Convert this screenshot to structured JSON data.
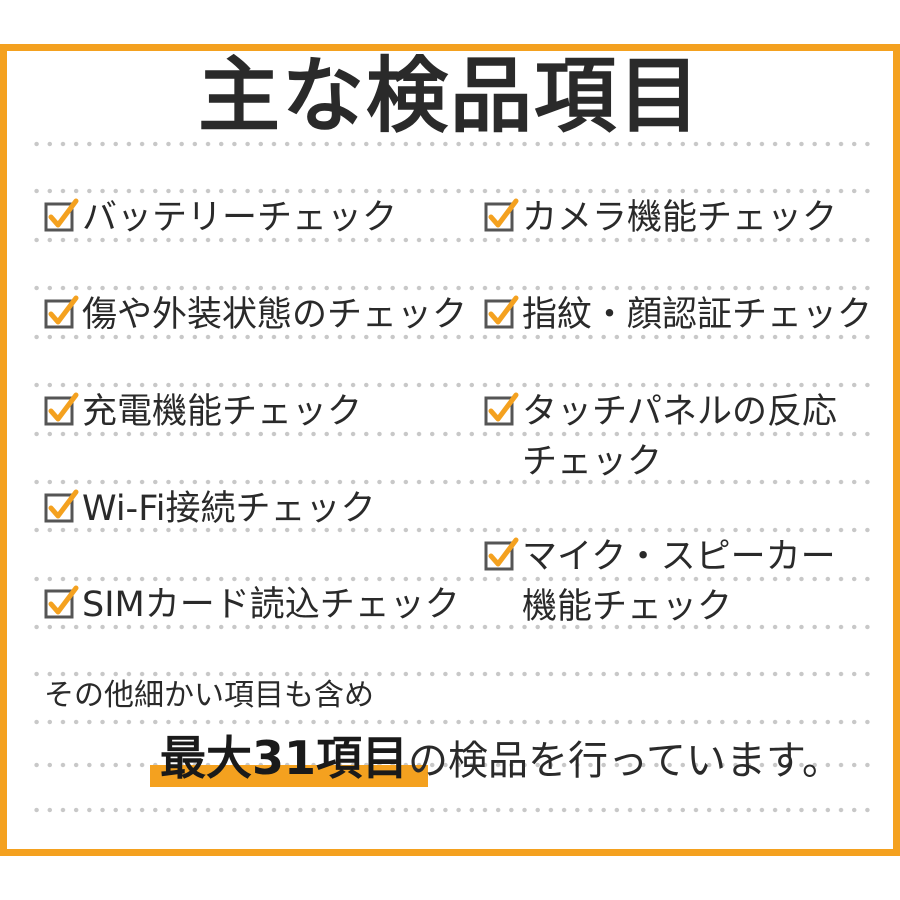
{
  "title": "主な検品項目",
  "left_items": [
    {
      "label": "バッテリーチェック"
    },
    {
      "label": "傷や外装状態のチェック"
    },
    {
      "label": "充電機能チェック"
    },
    {
      "label": "Wi-Fi接続チェック"
    },
    {
      "label": "SIMカード読込チェック"
    }
  ],
  "right_items": [
    {
      "label": "カメラ機能チェック"
    },
    {
      "label": "指紋・顔認証チェック"
    },
    {
      "label": "タッチパネルの反応",
      "label_cont": "チェック"
    },
    {
      "label": "マイク・スピーカー",
      "label_cont": "機能チェック"
    }
  ],
  "note": "その他細かい項目も含め",
  "highlight": {
    "strong": "最大31項目",
    "rest": "の検品を行っています。"
  },
  "icons": {
    "check": "checkbox-check-icon"
  },
  "colors": {
    "accent": "#f4a11f",
    "text": "#2a2a2a",
    "dots": "#c8c8c8"
  }
}
